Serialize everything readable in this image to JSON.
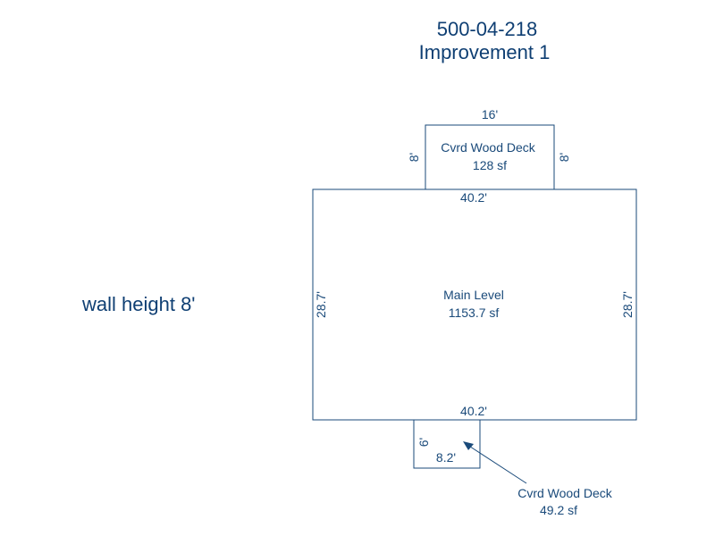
{
  "header": {
    "parcel": "500-04-218",
    "subtitle": "Improvement 1"
  },
  "wall_note": "wall height 8'",
  "areas": {
    "main": {
      "name": "Main Level",
      "area": "1153.7 sf",
      "top": "40.2'",
      "bottom": "40.2'",
      "left": "28.7'",
      "right": "28.7'"
    },
    "deck_top": {
      "name": "Cvrd Wood Deck",
      "area": "128 sf",
      "width": "16'",
      "left": "8'",
      "right": "8'"
    },
    "deck_bottom": {
      "name": "Cvrd Wood Deck",
      "area": "49.2 sf",
      "width": "8.2'",
      "depth": "6'"
    }
  },
  "colors": {
    "line": "#1a4a7a",
    "text": "#1a4a7a",
    "title": "#0f3f73"
  }
}
